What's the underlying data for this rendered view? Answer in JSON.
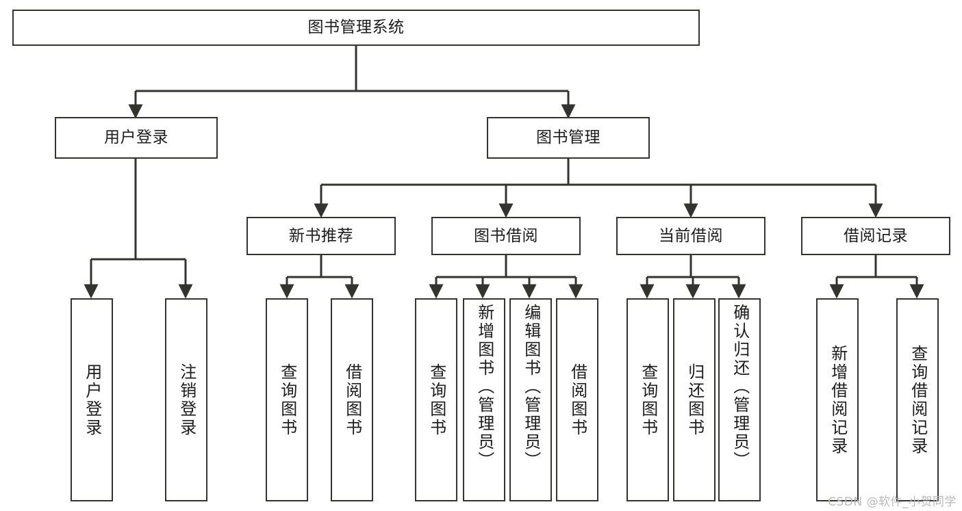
{
  "diagram": {
    "title": "图书管理系统",
    "type": "tree-structure-chart",
    "stroke_color": "#33332f",
    "background_color": "#ffffff",
    "text_color": "#1c1c1c",
    "watermark": "CSDN @软件_小贺同学",
    "nodes": {
      "root": {
        "label": "图书管理系统"
      },
      "level2": [
        {
          "label": "用户登录"
        },
        {
          "label": "图书管理"
        }
      ],
      "level3": [
        {
          "label": "新书推荐"
        },
        {
          "label": "图书借阅"
        },
        {
          "label": "当前借阅"
        },
        {
          "label": "借阅记录"
        }
      ],
      "leaves": {
        "user_login": [
          {
            "label": "用户登录"
          },
          {
            "label": "注销登录"
          }
        ],
        "new_book_recommend": [
          {
            "label": "查询图书"
          },
          {
            "label": "借阅图书"
          }
        ],
        "book_borrow": [
          {
            "label": "查询图书"
          },
          {
            "label": "新增图书（管理员）"
          },
          {
            "label": "编辑图书（管理员）"
          },
          {
            "label": "借阅图书"
          }
        ],
        "current_borrow": [
          {
            "label": "查询图书"
          },
          {
            "label": "归还图书"
          },
          {
            "label": "确认归还（管理员）"
          }
        ],
        "borrow_record": [
          {
            "label": "新增借阅记录"
          },
          {
            "label": "查询借阅记录"
          }
        ]
      }
    }
  }
}
